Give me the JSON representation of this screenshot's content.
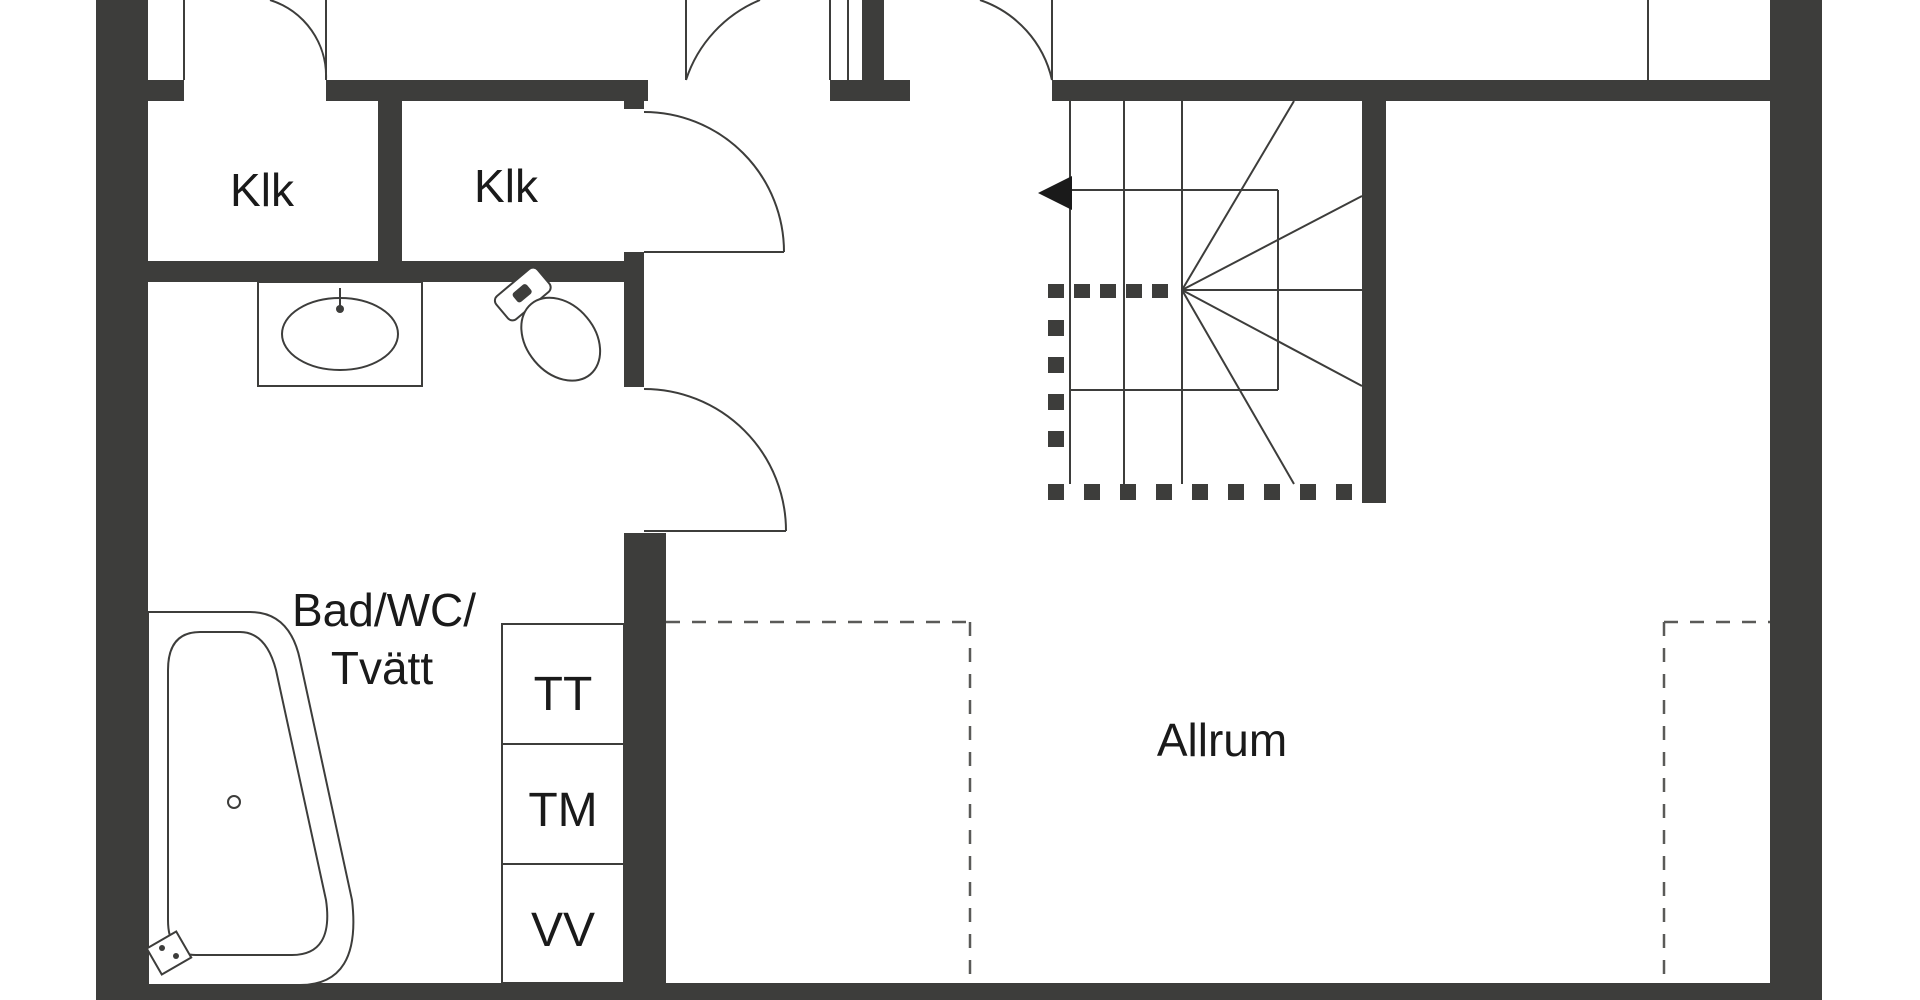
{
  "rooms": {
    "closet_1": "Klk",
    "closet_2": "Klk",
    "bathroom_line1": "Bad/WC/",
    "bathroom_line2": "Tvätt",
    "dryer": "TT",
    "washer": "TM",
    "water_heater": "VV",
    "living": "Allrum"
  },
  "colors": {
    "wall": "#3d3d3b",
    "background": "#ffffff"
  }
}
